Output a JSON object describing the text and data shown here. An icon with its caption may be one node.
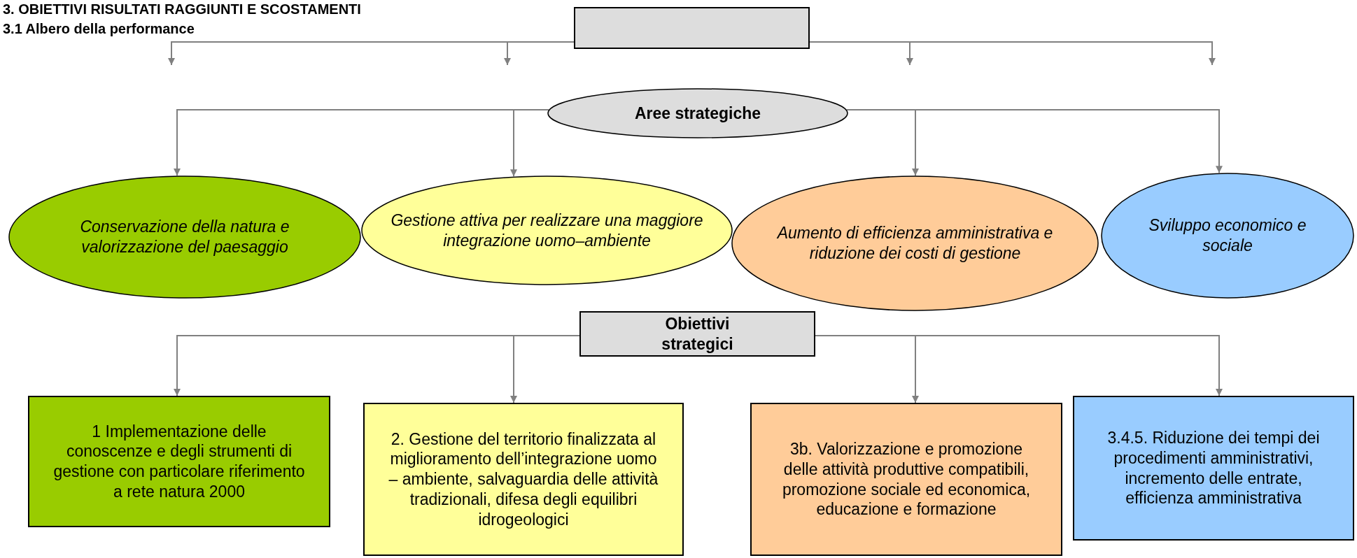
{
  "diagram": {
    "title": "3. OBIETTIVI RISULTATI RAGGIUNTI E SCOSTAMENTI",
    "nodes": [
      {
        "text": [],
        "shape": "box"
      },
      {
        "text": [
          "Aree strategiche"
        ]
      },
      {
        "text": [
          "Conservazione della natura e valorizzazione del paesaggio"
        ]
      },
      {
        "text": [
          "Gestione attiva per realizzare una maggiore integrazione uomo–ambiente"
        ]
      },
      {
        "text": [
          "Aumento di efficienza amministrativa e riduzione dei costi di gestione"
        ]
      },
      {
        "text": [
          "Sviluppo economico e sociale"
        ]
      },
      {
        "text": [
          "Obiettivi strategici"
        ]
      },
      {
        "text": [
          "1 Implementazione delle conoscenze e degli strumenti di gestione con particolare riferimento a rete natura 2000"
        ]
      },
      {
        "text": [
          "2. Gestione del territorio finalizzata al miglioramento dell’integrazione uomo – ambiente, salvaguardia delle attività tradizionali, difesa degli equilibri idrogeologici"
        ]
      },
      {
        "text": [
          "3b. Valorizzazione e promozione delle attività produttive compatibili, promozione sociale ed economica, educazione e formazione"
        ]
      },
      {
        "text": [
          "3.4.5. Riduzione dei tempi dei procedimenti amministrativi, incremento delle entrate, efficienza amministrativa"
        ]
      }
    ],
    "edges": [
      {
        "from": 0,
        "to": null,
        "arrow": "to"
      },
      {
        "from": 0,
        "to": null,
        "arrow": "to"
      },
      {
        "from": 0,
        "to": null,
        "arrow": "to"
      },
      {
        "from": 0,
        "to": null,
        "arrow": "to"
      },
      {
        "from": 1,
        "to": 2,
        "arrow": "to"
      },
      {
        "from": 1,
        "to": 3,
        "arrow": "to"
      },
      {
        "from": 1,
        "to": 4,
        "arrow": "to"
      },
      {
        "from": 1,
        "to": 5,
        "arrow": "to"
      },
      {
        "from": 6,
        "to": 7,
        "arrow": "to"
      },
      {
        "from": 6,
        "to": 8,
        "arrow": "to"
      },
      {
        "from": 6,
        "to": 9,
        "arrow": "to"
      },
      {
        "from": 6,
        "to": 10,
        "arrow": "to"
      }
    ],
    "labels": [
      "3.1 Albero della performance"
    ]
  }
}
